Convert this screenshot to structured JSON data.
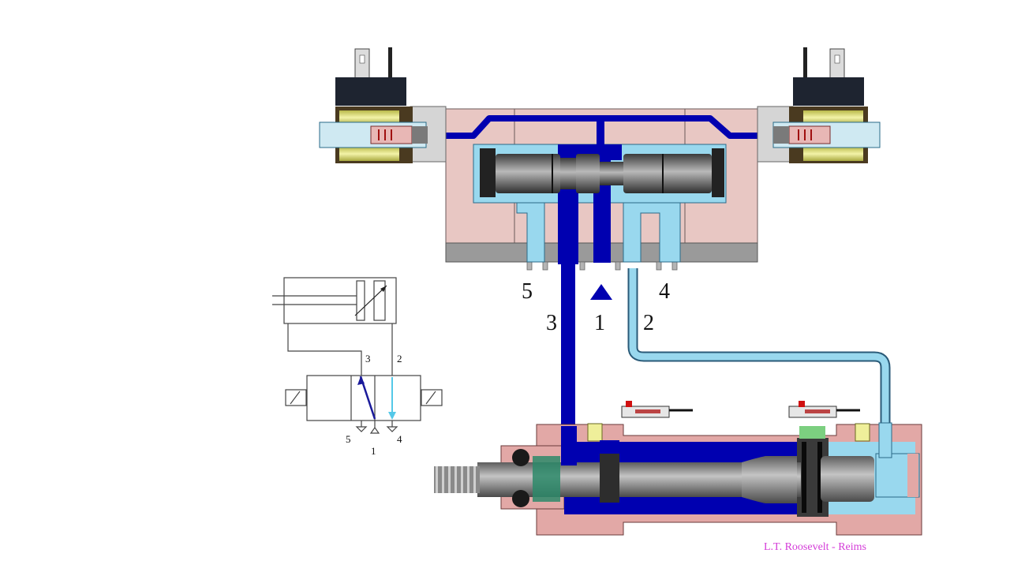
{
  "diagram": {
    "valve_ports": {
      "p5": "5",
      "p3": "3",
      "p1": "1",
      "p2": "2",
      "p4": "4"
    },
    "symbol_ports": {
      "s3": "3",
      "s2": "2",
      "s5": "5",
      "s1": "1",
      "s4": "4"
    },
    "credit": "L.T. Roosevelt - Reims"
  },
  "colors": {
    "pressure_line": "#0000b0",
    "exhaust_line": "#99d8ee",
    "valve_body": "#e8c7c3",
    "cylinder_body": "#e2a8a6",
    "coil": "#efef9a",
    "spool": "#7a7a7a",
    "credit": "#d43cd8"
  }
}
